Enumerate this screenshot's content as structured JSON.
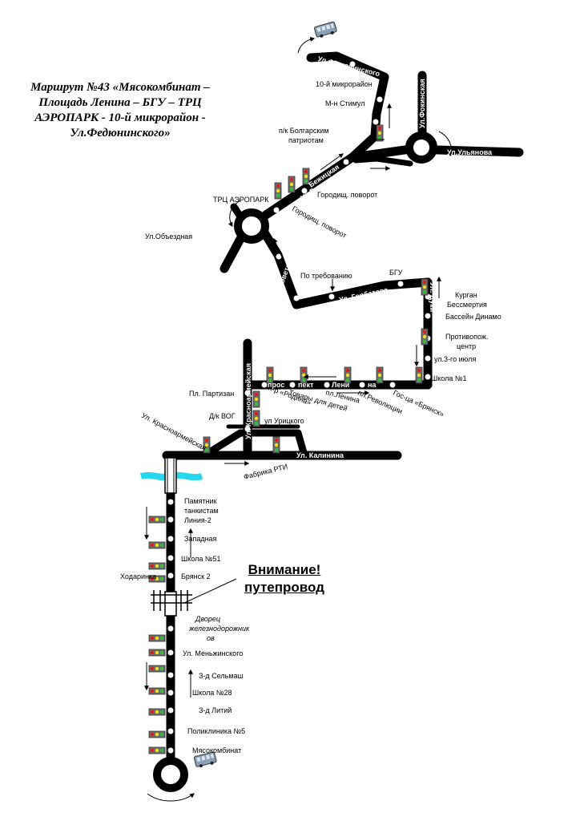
{
  "title_lines": [
    "Маршрут №43 «Мясокомбинат –",
    "Площадь Ленина – БГУ – ТРЦ",
    "АЭРОПАРК - 10-й микрорайон -",
    "Ул.Федюнинского»"
  ],
  "warning": {
    "line1": "Внимание!",
    "line2": "путепровод"
  },
  "streets": {
    "fedyuninskogo": "Ул.Федюнинского",
    "fokinskaya": "Ул.Фокинская",
    "ulyanova": "Ул.Ульянова",
    "bezhitskaya1": "Бежицкая",
    "bezhitskaya2": "Ул.Бежицкая",
    "sovetskaya": "Советская",
    "gorbatova": "Ул. Горбатова",
    "dukiya": "Ул. Дуки",
    "krasnoarmeyskaya_v": "Ул. Красноармейская",
    "kalinina": "Ул. Калинина",
    "krasnoarmeyskaya_label": "Ул. Красноармейская",
    "prospekt1": "прос",
    "prospekt2": "пект",
    "prospekt3": "Лени",
    "prospekt4": "на"
  },
  "places": {
    "aeropark": "ТРЦ АЭРОПАРК",
    "obezdnaya": "Ул.Объездная",
    "gorodishch1": "Городищ. поворот",
    "gorodishch2": "Городищ. поворот",
    "po_trebovaniyu": "По требованию",
    "bgu": "БГУ",
    "kurgan": "Курган",
    "bessmertiya": "Бессмертия",
    "dinamo": "Бассейн Динамо",
    "protivopozh1": "Противопож.",
    "protivopozh2": "центр",
    "iyulya": "ул.3-го июля",
    "shkola1": "Школа №1",
    "bryansk_hotel": "Гос-ца «Брянск»",
    "pl_revolyutsii": "пл.Революции",
    "pl_lenina": "пл.Ленина",
    "tovary": "Товары для детей",
    "rodina": "К-р «Родина»",
    "pl_partizan": "Пл. Партизан",
    "dk_vog": "Д/к ВОГ",
    "uritskogo": "ул Урицкого",
    "fabrika_rti": "Фабрика РТИ",
    "mkr10": "10-й микрорайон",
    "stimul": "М-н Стимул",
    "bolgar1": "п/к Болгарским",
    "bolgar2": "патриотам",
    "pamyatnik1": "Памятник",
    "pamyatnik2": "танкистам",
    "liniya2": "Линия-2",
    "zapadnaya": "Западная",
    "shkola51": "Школа №51",
    "hodarinka": "Ходаринка",
    "bryansk2": "Брянск 2",
    "dvorets1": "Дворец",
    "dvorets2": "железнодорожник",
    "dvorets3": "ов",
    "menzhinskogo": "Ул. Меньжинского",
    "selmash": "З-д Сельмаш",
    "shkola28": "Школа №28",
    "zavod_litiy": "З-д Литий",
    "poliklinika5": "Поликлиника №5",
    "myasokombinat": "Мясокомбинат"
  },
  "colors": {
    "road": "#000000",
    "stop_fill": "#ffffff",
    "river": "#27d7f0",
    "light_red": "#e21b1b",
    "light_yellow": "#f2df1a",
    "light_green": "#2fbf3a",
    "light_body": "#6d6d6d"
  }
}
